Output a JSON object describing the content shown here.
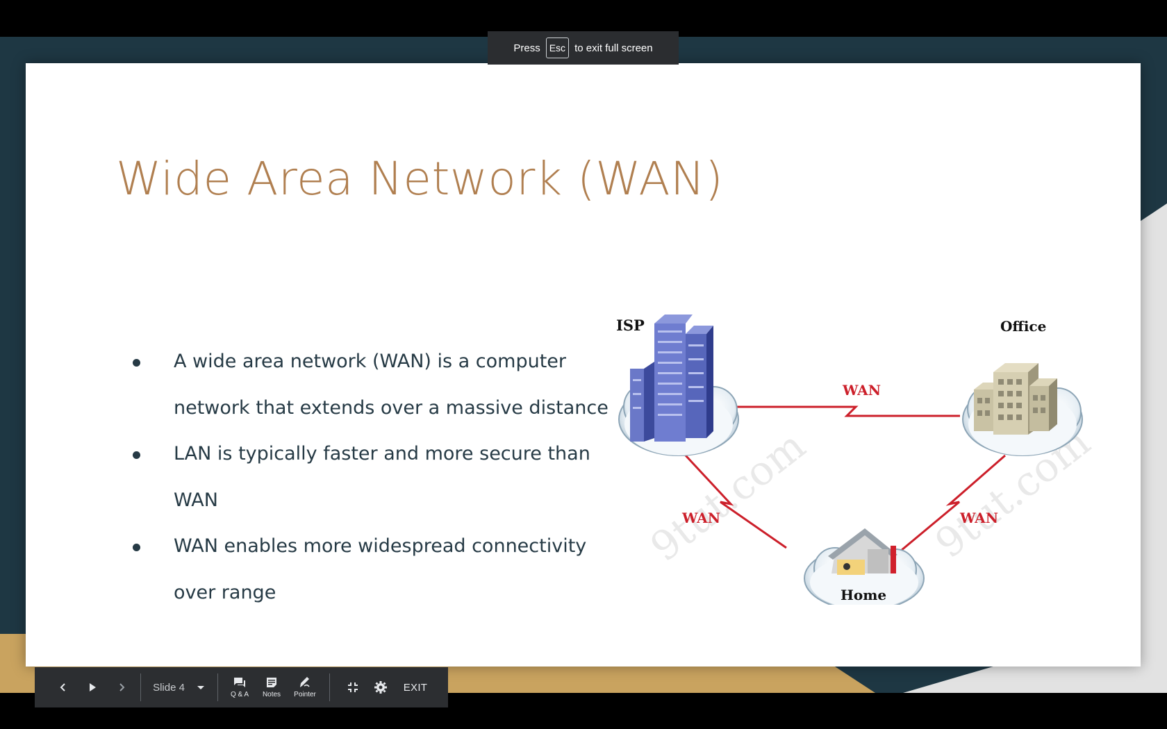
{
  "banner": {
    "press": "Press",
    "key": "Esc",
    "suffix": "to exit full screen"
  },
  "slide": {
    "title": "Wide Area Network (WAN)",
    "bullets": [
      "A wide area network (WAN) is a computer network that extends over a massive distance",
      "LAN is typically faster and more secure than WAN",
      "WAN enables more widespread connectivity over range"
    ],
    "diagram": {
      "nodes": {
        "isp": "ISP",
        "office": "Office",
        "home": "Home"
      },
      "links": [
        "WAN",
        "WAN",
        "WAN"
      ],
      "watermark": [
        "9tut.com",
        "9tut.com"
      ],
      "link_color": "#cc1f2a"
    }
  },
  "toolbar": {
    "slide_label": "Slide 4",
    "qa_label": "Q & A",
    "notes_label": "Notes",
    "pointer_label": "Pointer",
    "exit_label": "EXIT"
  },
  "icons": [
    "chevron-left-icon",
    "play-icon",
    "chevron-right-icon",
    "dropdown-arrow-icon",
    "qa-icon",
    "notes-icon",
    "pointer-icon",
    "exit-fullscreen-icon",
    "gear-icon"
  ],
  "colors": {
    "title": "#b07f50",
    "body_text": "#263a45",
    "stage_dark": "#1e3743",
    "stage_gold": "#c9a35f",
    "toolbar": "#2c2e31"
  }
}
